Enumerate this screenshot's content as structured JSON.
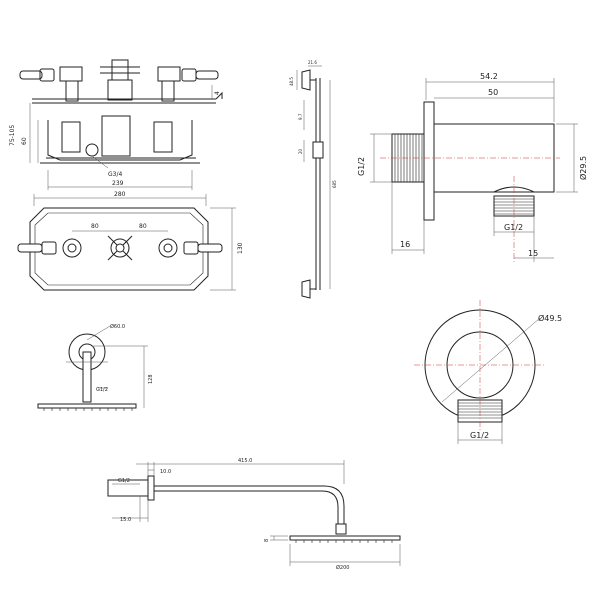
{
  "valve_top": {
    "dims": {
      "d4": "4",
      "d75_105": "75-105",
      "d60": "60",
      "g34": "G3/4",
      "d239": "239"
    }
  },
  "valve_front": {
    "dims": {
      "d280": "280",
      "d80a": "80",
      "d80b": "80",
      "d130": "130"
    }
  },
  "rail": {
    "dims": {
      "top": "21.6",
      "a": "48.5",
      "b": "9.7",
      "c": "20",
      "len": "685"
    }
  },
  "outlet_side": {
    "dims": {
      "d54_2": "54.2",
      "d50": "50",
      "g12_left": "G1/2",
      "dia29_5": "Ø29.5",
      "d16": "16",
      "g12_bottom": "G1/2",
      "d15": "15"
    }
  },
  "outlet_front": {
    "dims": {
      "dia49_5": "Ø49.5",
      "g12": "G1/2"
    }
  },
  "ceiling_head": {
    "dims": {
      "dia60": "Ø60.0",
      "g12": "G1/2",
      "d128": "128"
    }
  },
  "wall_arm": {
    "dims": {
      "d415": "415.0",
      "d10": "10.0",
      "g12": "G1/2",
      "d15": "15.0",
      "d8": "8",
      "dia200": "Ø200"
    }
  }
}
